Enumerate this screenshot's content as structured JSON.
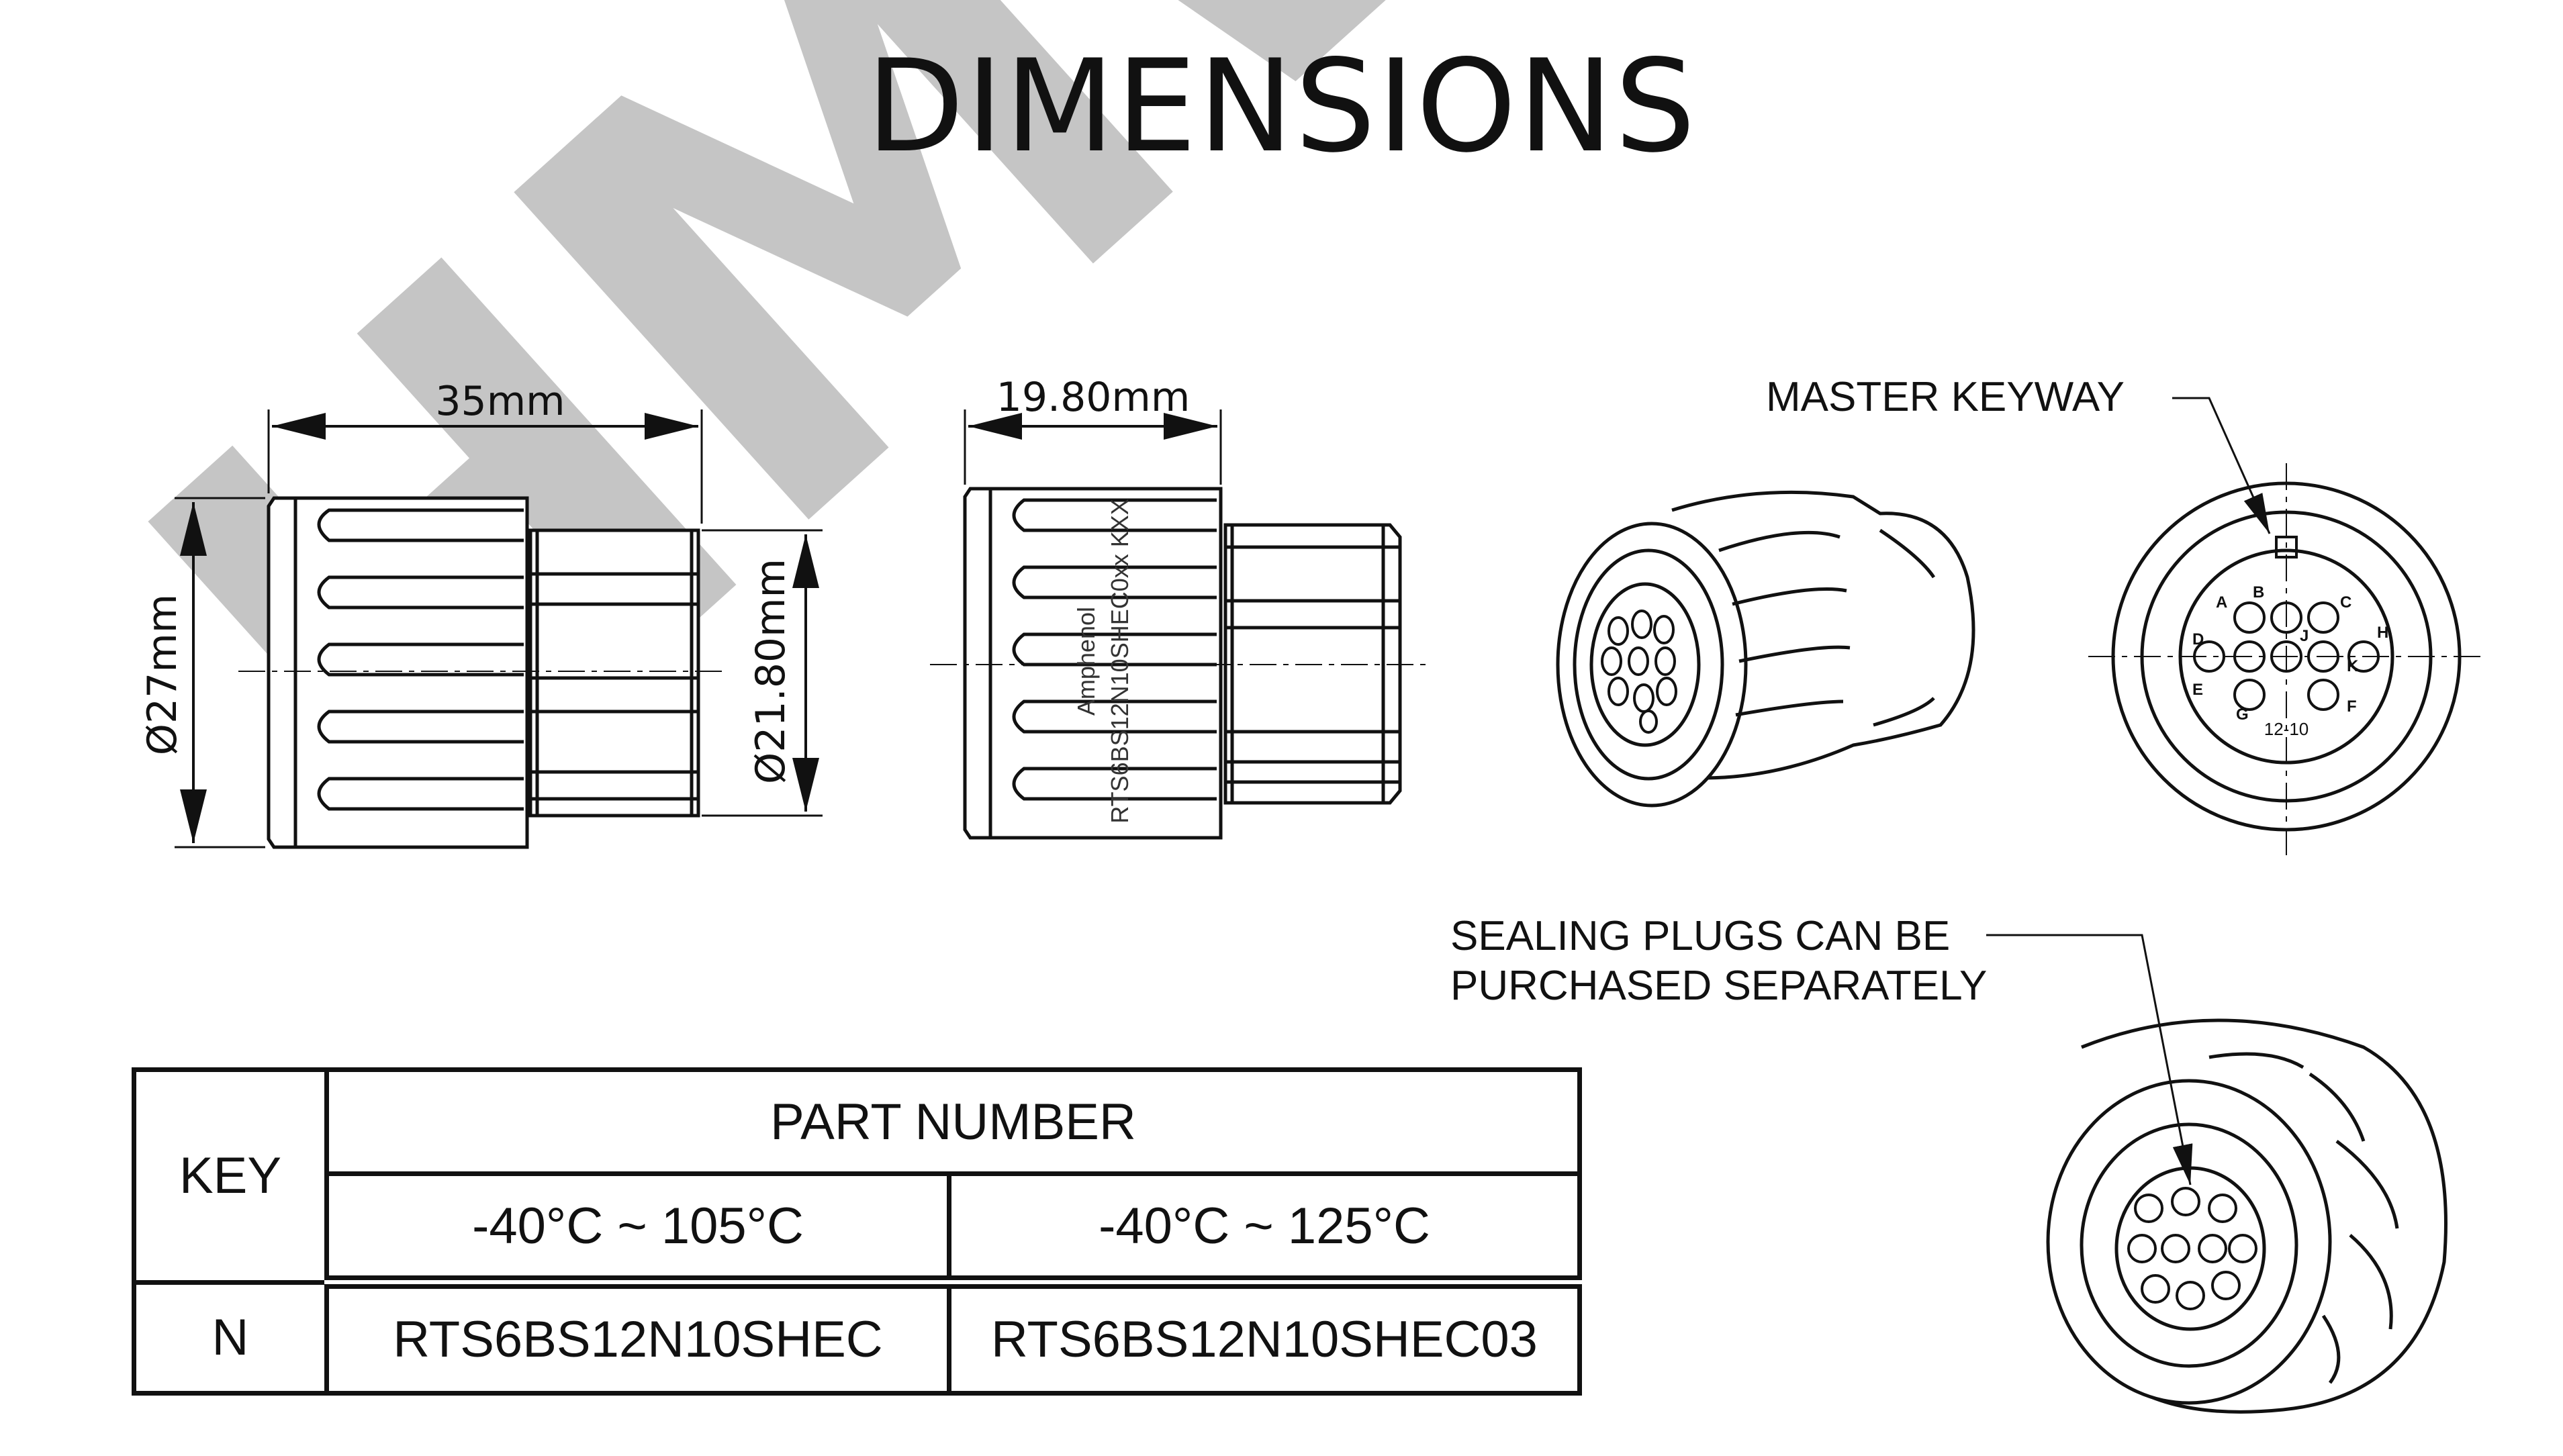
{
  "title": "DIMENSIONS",
  "watermark": "HMWS",
  "side_view_1": {
    "length_label": "35mm",
    "major_diameter_label": "Ø27mm",
    "minor_diameter_label": "Ø21.80mm"
  },
  "side_view_2": {
    "length_label": "19.80mm",
    "marking_line_1": "Amphenol",
    "marking_line_2": "RTS6BS12N10SHEC0xx KXX"
  },
  "front_view": {
    "callout": "MASTER KEYWAY",
    "contact_letters": [
      "A",
      "B",
      "C",
      "D",
      "E",
      "F",
      "G",
      "H",
      "J",
      "K"
    ],
    "insert_code": "12-10"
  },
  "rear_view": {
    "callout_line_1": "SEALING PLUGS CAN BE",
    "callout_line_2": "PURCHASED SEPARATELY"
  },
  "table": {
    "key_header": "KEY",
    "part_number_header": "PART NUMBER",
    "temp_range_1": "-40°C ~ 105°C",
    "temp_range_2": "-40°C ~ 125°C",
    "rows": [
      {
        "key": "N",
        "part_1": "RTS6BS12N10SHEC",
        "part_2": "RTS6BS12N10SHEC03"
      }
    ]
  }
}
